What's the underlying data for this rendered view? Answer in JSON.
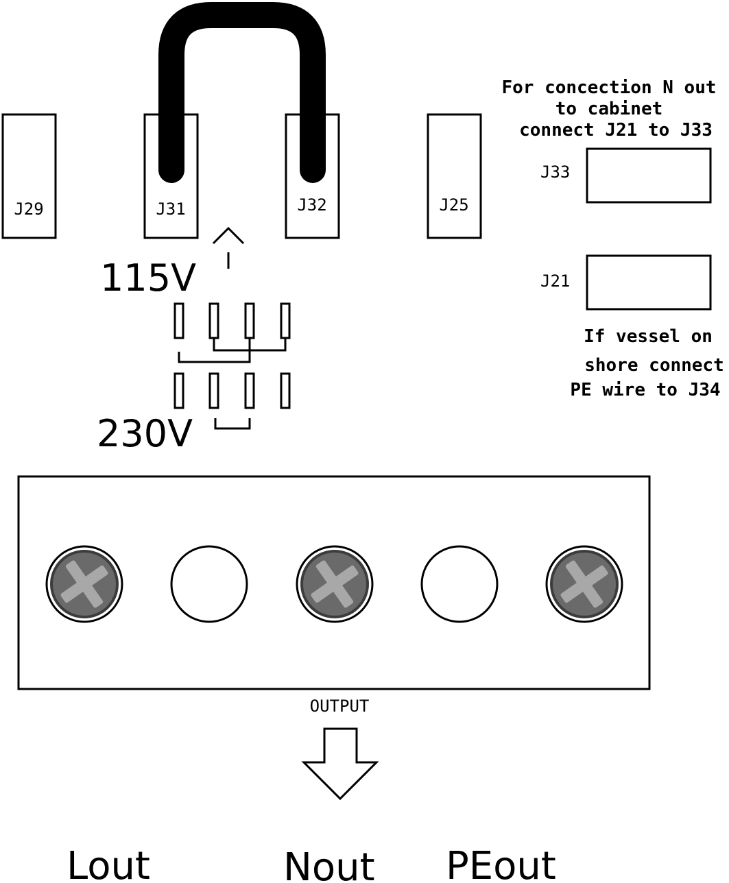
{
  "connectors": {
    "j29": "J29",
    "j31": "J31",
    "j32": "J32",
    "j25": "J25",
    "j33": "J33",
    "j21": "J21"
  },
  "voltage": {
    "v115": "115V",
    "v230": "230V"
  },
  "notes": {
    "n_out_line1": "For concection N out",
    "n_out_line2": "to cabinet",
    "n_out_line3": "connect J21 to J33",
    "shore_line1": "If vessel on",
    "shore_line2": "shore connect",
    "shore_line3": "PE wire to J34"
  },
  "terminal": {
    "label": "OUTPUT",
    "outputs": [
      "Lout",
      "Nout",
      "PEout"
    ],
    "positions": [
      "screw",
      "empty",
      "screw",
      "empty",
      "screw"
    ]
  },
  "colors": {
    "line": "#000000",
    "screw_ring": "#3c3c3c",
    "screw_face": "#6a6a6a",
    "screw_cross": "#a8a8a8"
  }
}
